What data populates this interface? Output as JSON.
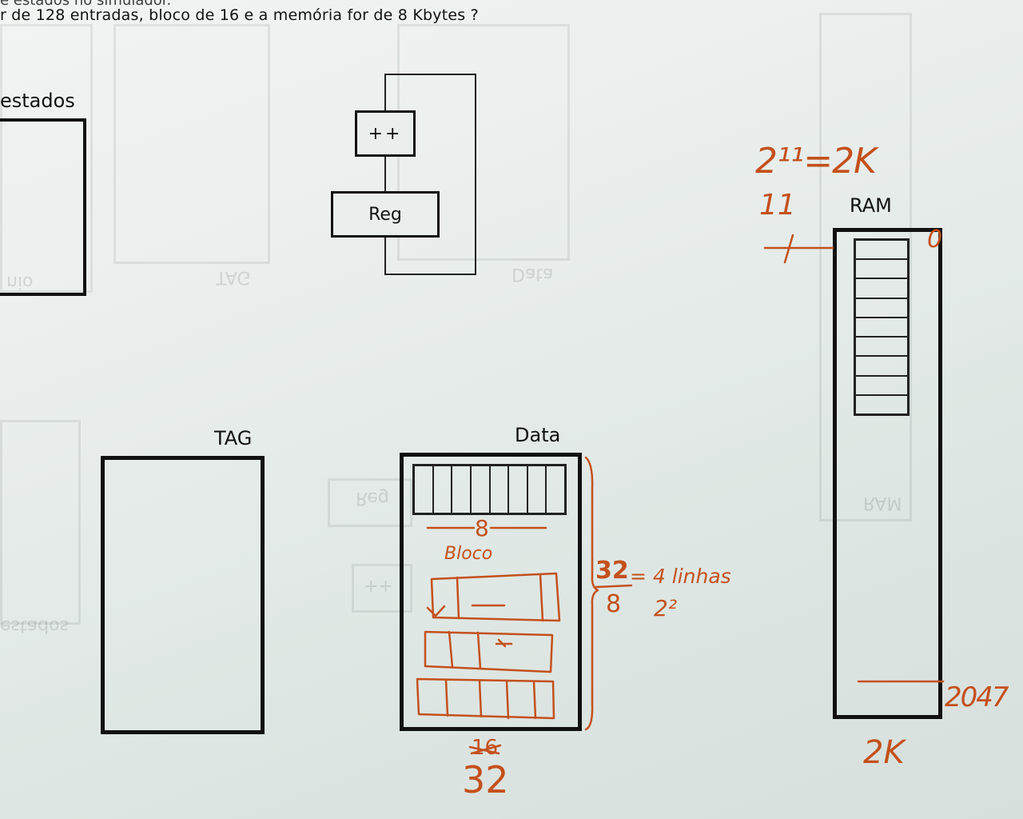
{
  "question": {
    "cut_line": "e estados no simulador.",
    "main_line": "r de 128 entradas, bloco de 16 e a memória for de 8 Kbytes ?"
  },
  "labels": {
    "estados": "estados",
    "inc": "++",
    "reg": "Reg",
    "tag": "TAG",
    "data": "Data",
    "ram": "RAM"
  },
  "mirrored": {
    "tag": "TAG",
    "data": "Data",
    "reg": "Reg",
    "inc": "++",
    "ram": "RAM",
    "estados": "estados",
    "partial": "nio"
  },
  "handwriting": {
    "power": "2¹¹=2K",
    "eleven": "11",
    "zero": "0",
    "last_address": "2047",
    "ram_size": "2K",
    "eight": "8",
    "bloco": "Bloco",
    "fraction_num": "32",
    "fraction_den": "8",
    "result": "= 4 linhas",
    "result_power": "2²",
    "struck": "16",
    "bottom": "32"
  },
  "colors": {
    "ink": "#c4501c",
    "print": "#111111",
    "paper": "#e9eeec"
  }
}
